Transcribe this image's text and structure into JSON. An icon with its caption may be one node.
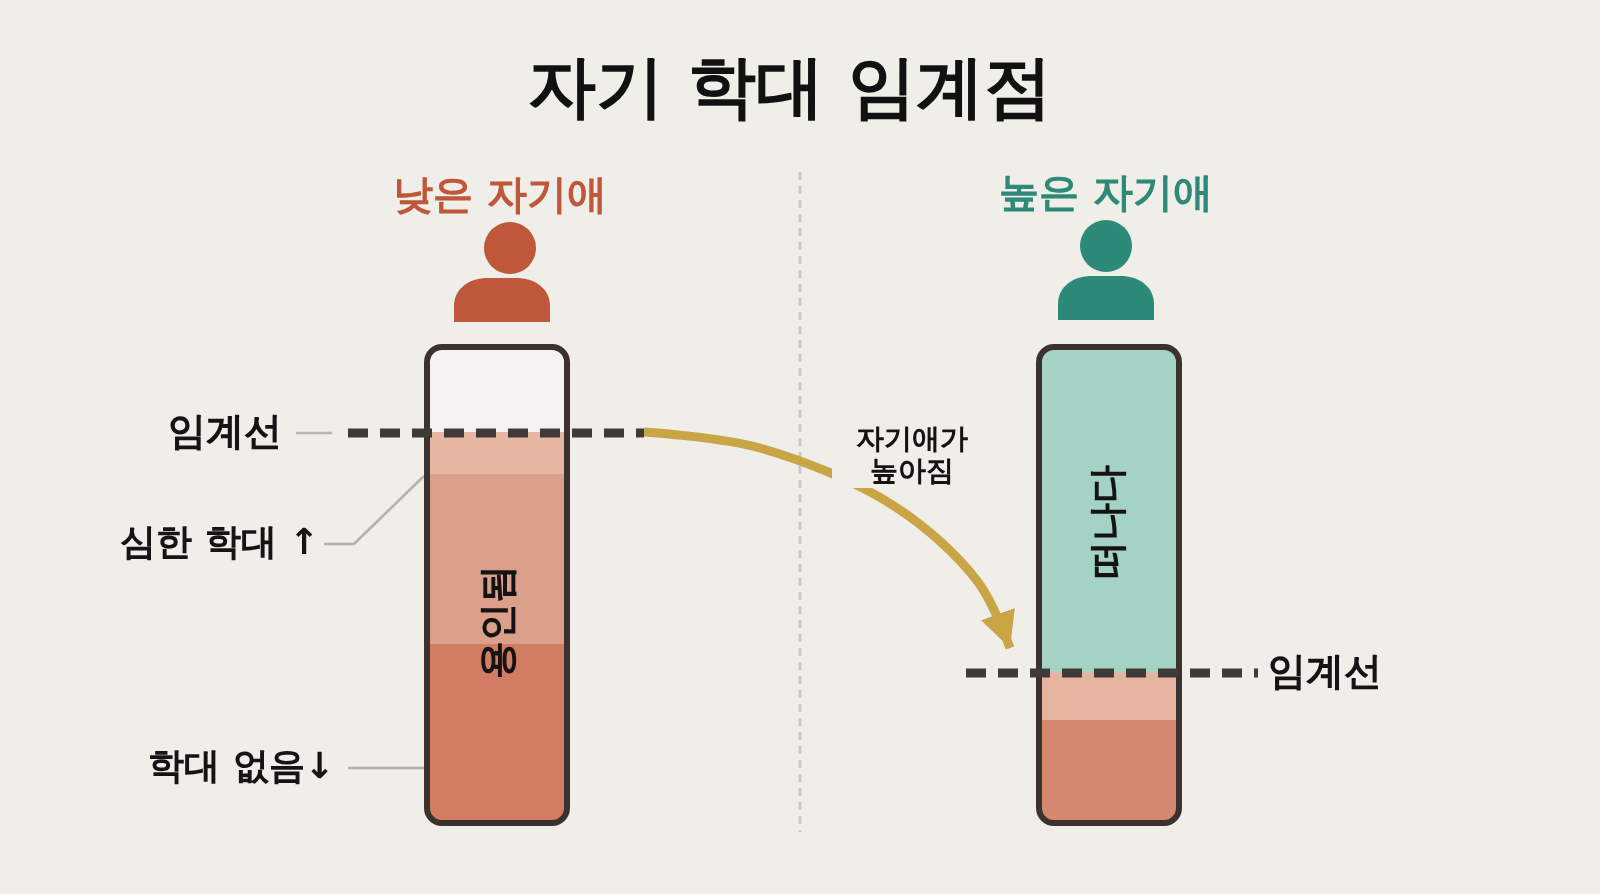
{
  "diagram": {
    "title": "자기 학대 임계점",
    "nodes": [
      {
        "text": [
          "용인됨"
        ]
      },
      {
        "text": [
          "임계선"
        ]
      },
      {
        "text": [
          "심한 학대 ↑"
        ]
      },
      {
        "text": [
          "학대 없음↓"
        ]
      },
      {
        "text": [
          "떠나다"
        ]
      },
      {
        "text": [
          "임계선"
        ]
      }
    ],
    "edges": [
      {
        "from": 1,
        "to": 5,
        "arrow": "to",
        "label": "자기애가 높아짐",
        "style": "thick",
        "color": "#c9a545"
      },
      {
        "from": 2,
        "to": 0,
        "arrow": "none"
      },
      {
        "from": 3,
        "to": 0,
        "arrow": "none"
      }
    ],
    "labels": [
      "낮은 자기애",
      "높은 자기애"
    ]
  }
}
